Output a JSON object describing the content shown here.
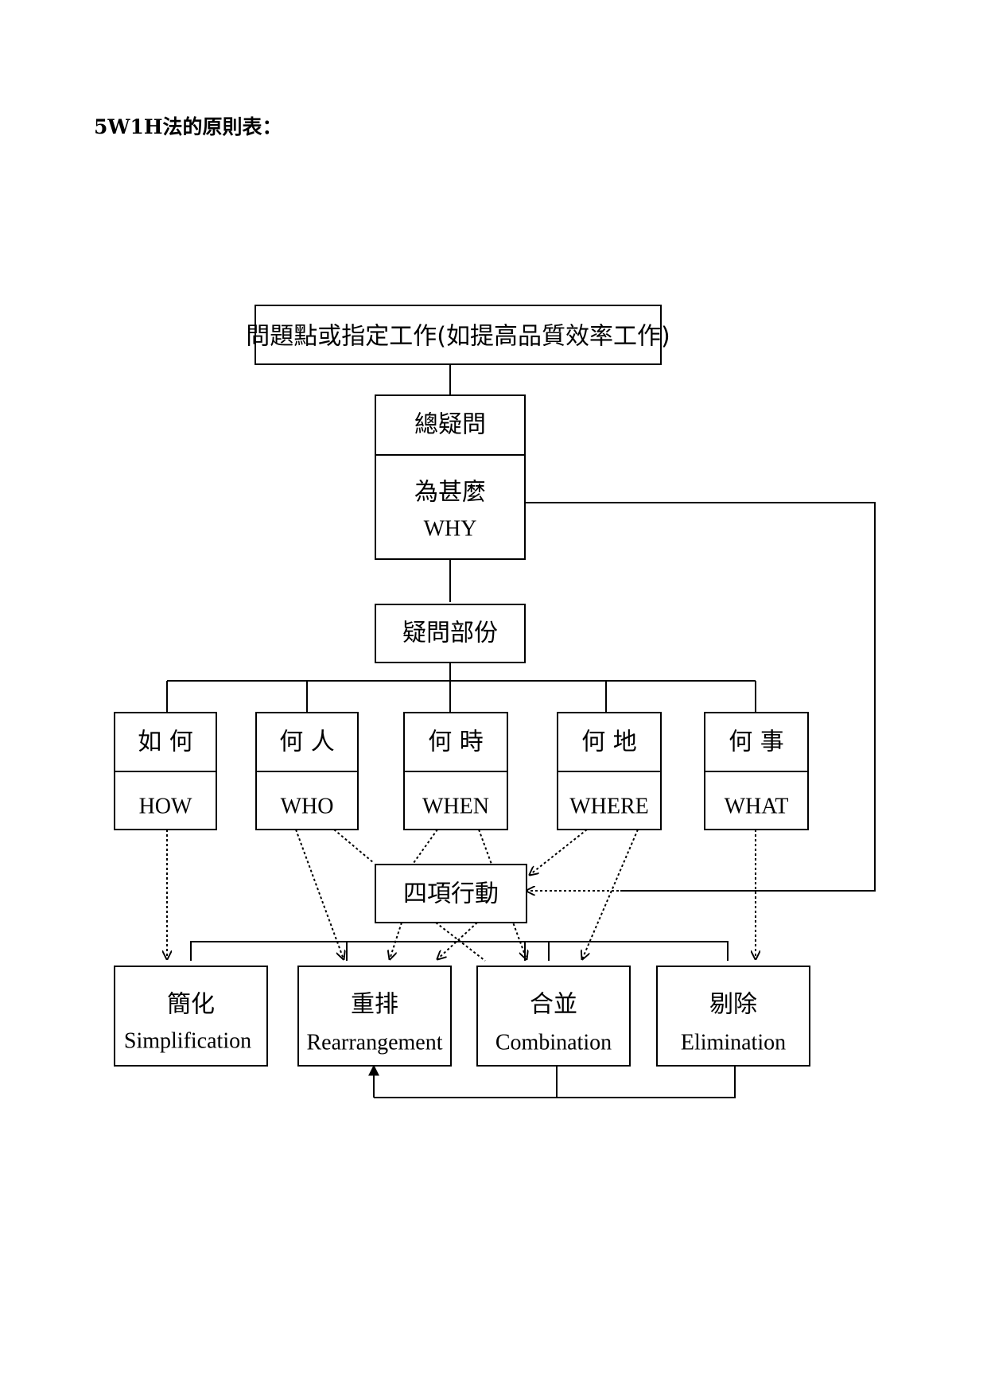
{
  "page_title": "5W1H法的原則表：",
  "diagram": {
    "top_box": "問題點或指定工作(如提高品質效率工作)",
    "general_question": {
      "header": "總疑問",
      "label_zh": "為甚麼",
      "label_en": "WHY"
    },
    "question_part": "疑問部份",
    "questions": [
      {
        "zh": "如 何",
        "en": "HOW"
      },
      {
        "zh": "何 人",
        "en": "WHO"
      },
      {
        "zh": "何 時",
        "en": "WHEN"
      },
      {
        "zh": "何 地",
        "en": "WHERE"
      },
      {
        "zh": "何 事",
        "en": "WHAT"
      }
    ],
    "four_actions": "四項行動",
    "actions": [
      {
        "zh": "簡化",
        "en": "Simplification"
      },
      {
        "zh": "重排",
        "en": "Rearrangement"
      },
      {
        "zh": "合並",
        "en": "Combination"
      },
      {
        "zh": "剔除",
        "en": "Elimination"
      }
    ]
  }
}
